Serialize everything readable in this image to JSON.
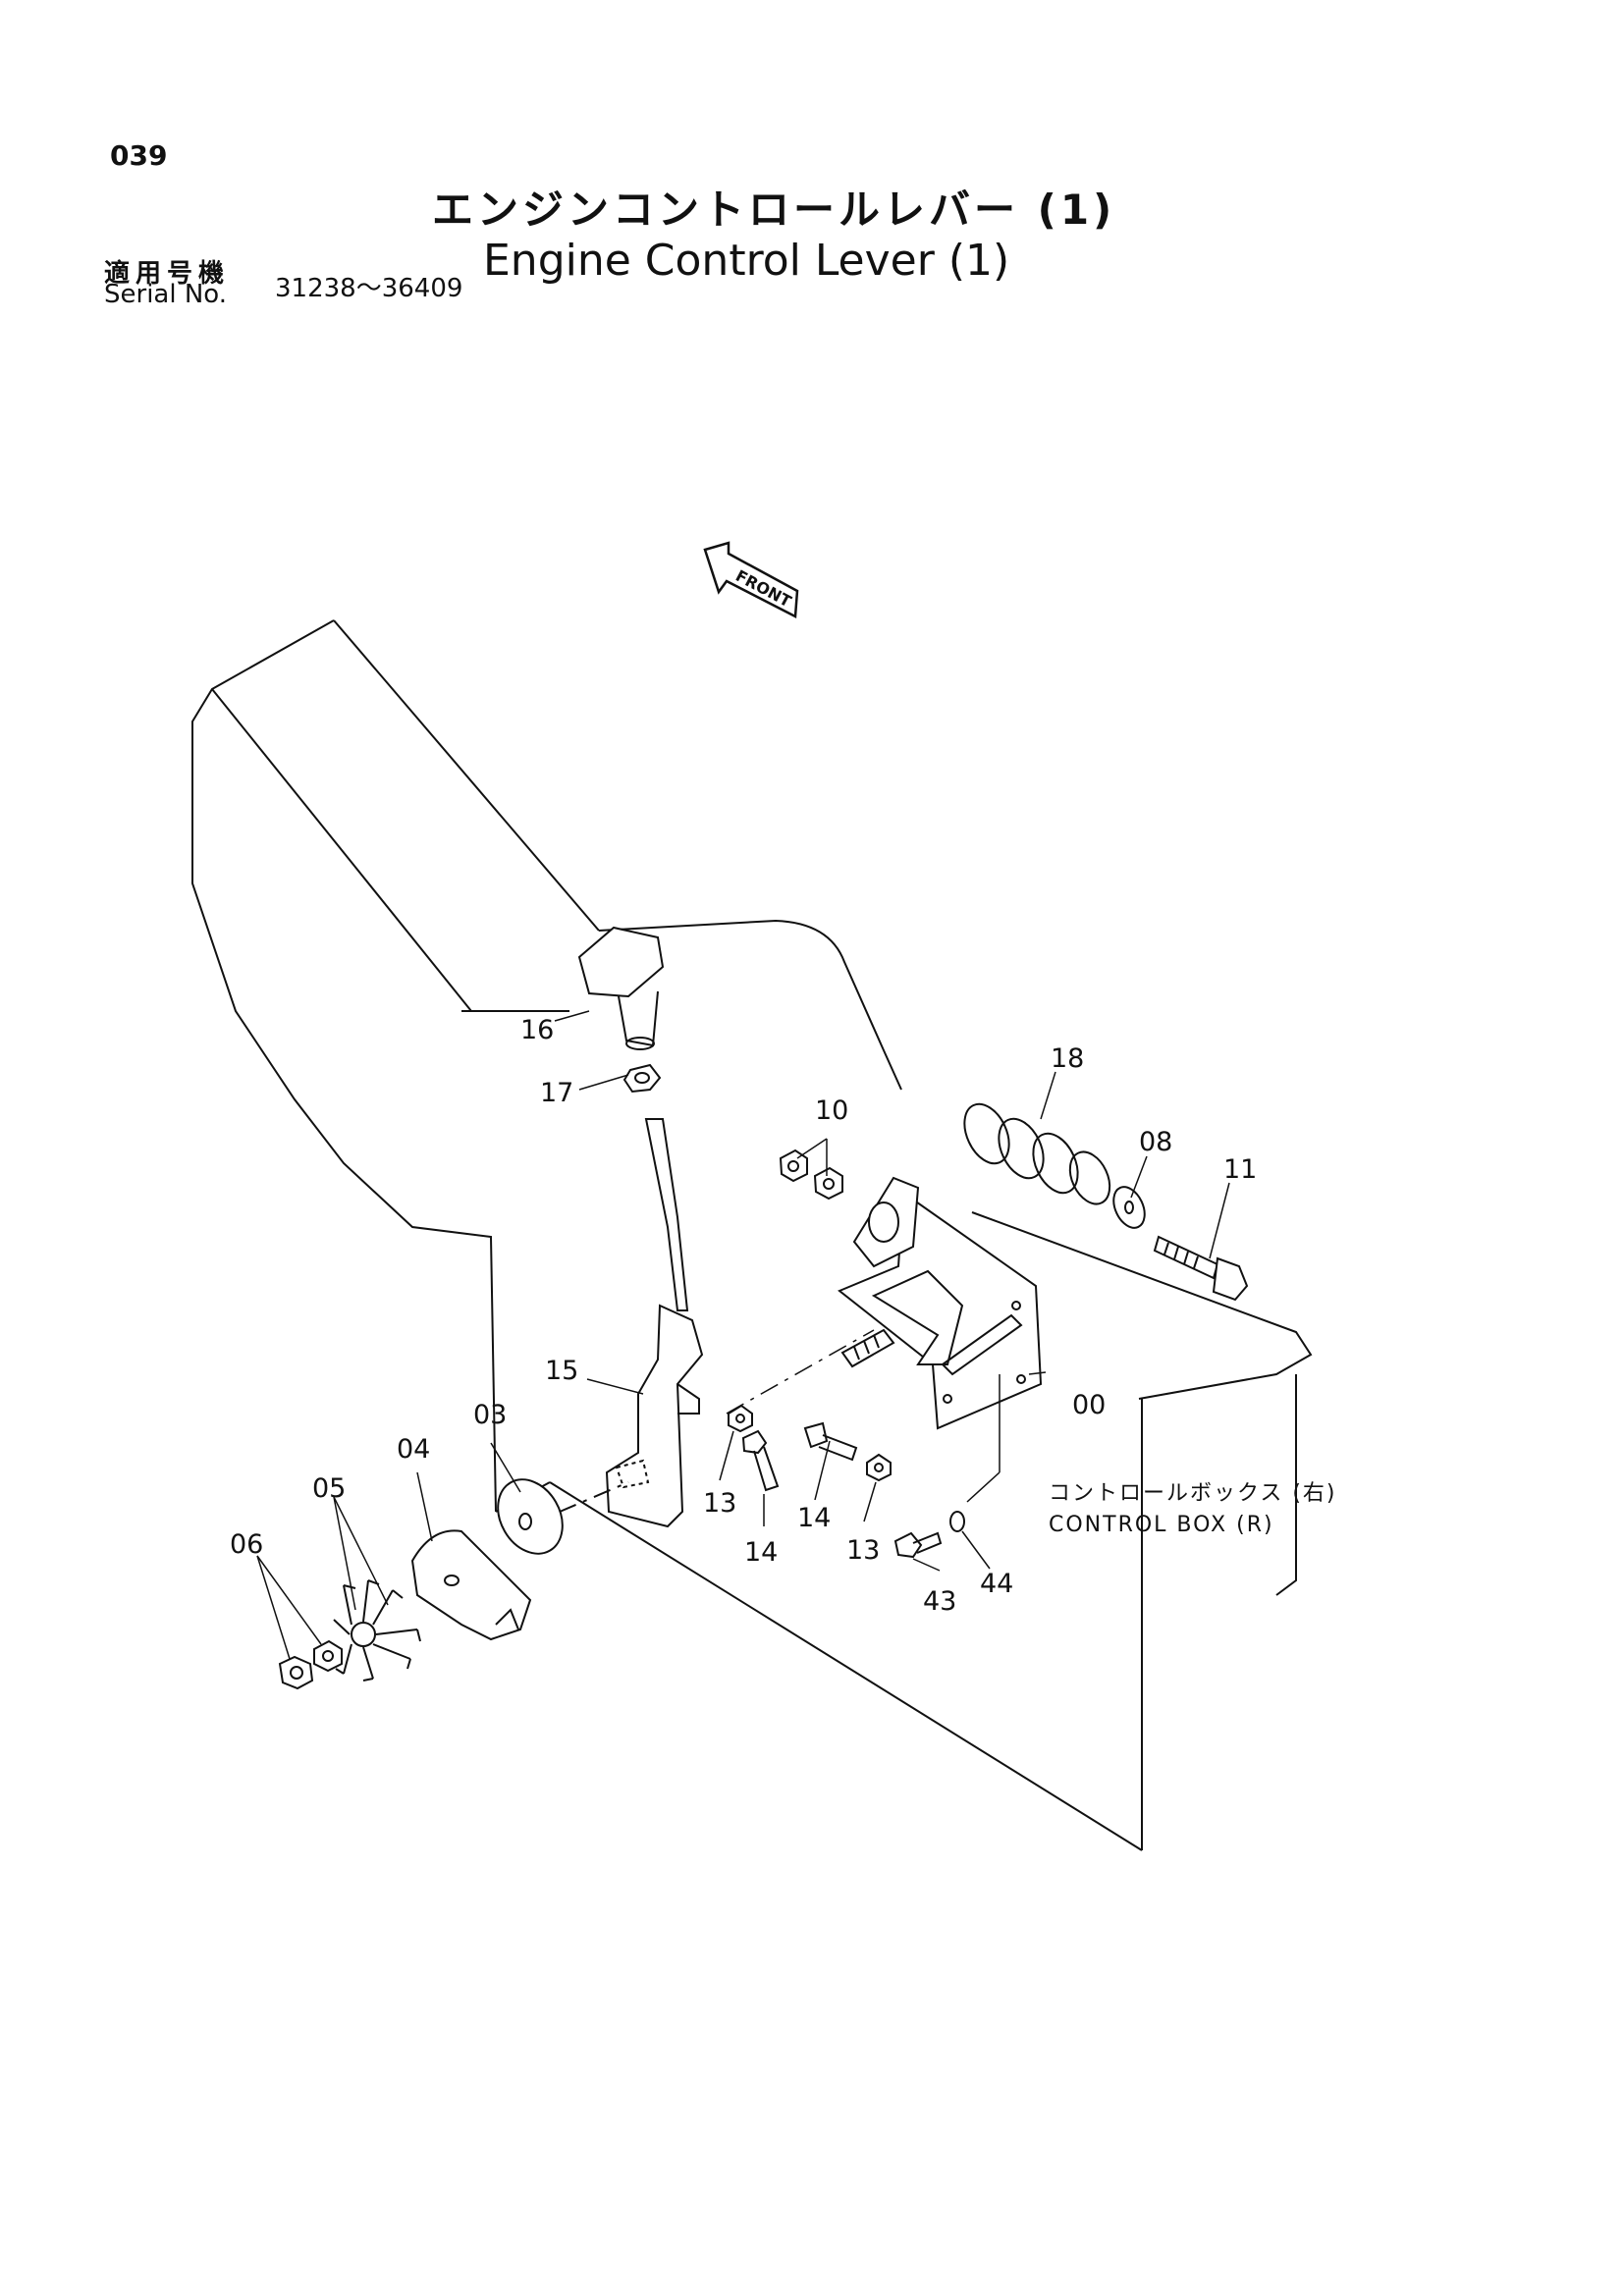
{
  "header": {
    "page_number": "039",
    "title_jp": "エンジンコントロールレバー (1)",
    "title_en": "Engine Control Lever (1)",
    "serial_label_jp": "適用号機",
    "serial_label_en": "Serial No.",
    "serial_range": "31238～36409"
  },
  "diagram": {
    "front_marker": "FRONT",
    "control_box_label_jp": "コントロールボックス (右)",
    "control_box_label_en": "CONTROL BOX (R)",
    "callouts": {
      "c16": "16",
      "c17": "17",
      "c10": "10",
      "c18": "18",
      "c08": "08",
      "c11": "11",
      "c15": "15",
      "c00": "00",
      "c03": "03",
      "c04": "04",
      "c05": "05",
      "c06": "06",
      "c13a": "13",
      "c14a": "14",
      "c14b": "14",
      "c13b": "13",
      "c43": "43",
      "c44": "44"
    }
  }
}
